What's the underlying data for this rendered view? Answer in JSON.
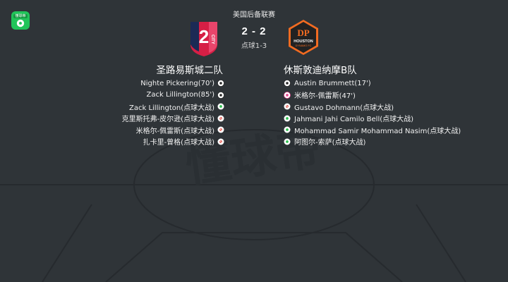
{
  "header": {
    "league": "美国后备联赛",
    "score": "2 - 2",
    "penalties": "点球1-3",
    "app_badge": "懂球帝"
  },
  "home": {
    "name": "圣路易斯城二队",
    "logo_text": "CITY",
    "events": [
      {
        "text": "Nighte Pickering(70')",
        "icon": "ball-icon"
      },
      {
        "text": "Zack Lillington(85')",
        "icon": "ball-icon"
      },
      {
        "text": "Zack Lillington(点球大战)",
        "icon": "penalty-scored-icon"
      },
      {
        "text": "克里斯托弗-皮尔逊(点球大战)",
        "icon": "penalty-missed-icon"
      },
      {
        "text": "米格尔-佩雷斯(点球大战)",
        "icon": "penalty-missed-icon"
      },
      {
        "text": "扎卡里-曾格(点球大战)",
        "icon": "penalty-missed-icon"
      }
    ]
  },
  "away": {
    "name": "休斯敦迪纳摩B队",
    "logo_text": "HOUSTON",
    "logo_subtext": "DYNAMO FC",
    "events": [
      {
        "text": "Austin Brummett(17')",
        "icon": "ball-icon"
      },
      {
        "text": "米格尔-佩雷斯(47')",
        "icon": "own-goal-icon"
      },
      {
        "text": "Gustavo Dohmann(点球大战)",
        "icon": "penalty-missed-icon"
      },
      {
        "text": "Jahmani Jahi Camilo Bell(点球大战)",
        "icon": "penalty-scored-icon"
      },
      {
        "text": "Mohammad Samir Mohammad Nasim(点球大战)",
        "icon": "penalty-scored-icon"
      },
      {
        "text": "阿图尔-索萨(点球大战)",
        "icon": "penalty-scored-icon"
      }
    ]
  },
  "colors": {
    "background": "#2f3438",
    "home_primary": "#d61f45",
    "home_navy": "#1b2a55",
    "away_orange": "#f26b21",
    "away_dark": "#222222",
    "scored_green": "#2dbf4e",
    "missed_red": "#e0483e",
    "own_goal_pink": "#e8458f",
    "app_green": "#21c45a"
  }
}
